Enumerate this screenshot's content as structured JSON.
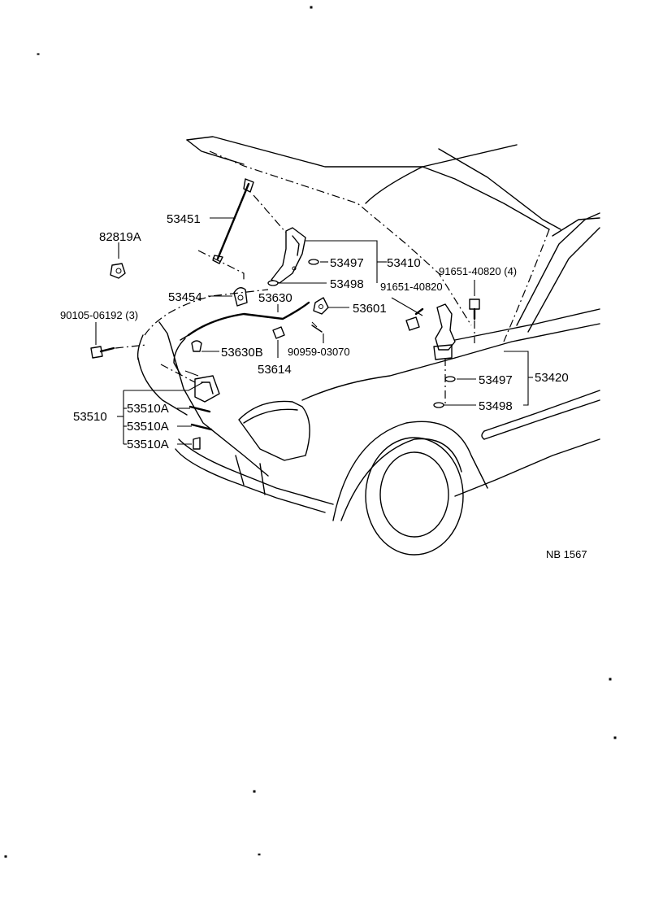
{
  "diagram": {
    "code": "NB 1567",
    "labels": {
      "p53451": "53451",
      "p82819A": "82819A",
      "p53497_top": "53497",
      "p53410": "53410",
      "p91651_40820_4": "91651-40820 (4)",
      "p53498_top": "53498",
      "p91651_40820": "91651-40820",
      "p53454": "53454",
      "p53630": "53630",
      "p53601": "53601",
      "p90105_06192_3": "90105-06192 (3)",
      "p53630B": "53630B",
      "p90959_03070": "90959-03070",
      "p53614": "53614",
      "p53497_right": "53497",
      "p53420": "53420",
      "p53498_right": "53498",
      "p53510": "53510",
      "p53510A_1": "53510A",
      "p53510A_2": "53510A",
      "p53510A_3": "53510A"
    }
  }
}
